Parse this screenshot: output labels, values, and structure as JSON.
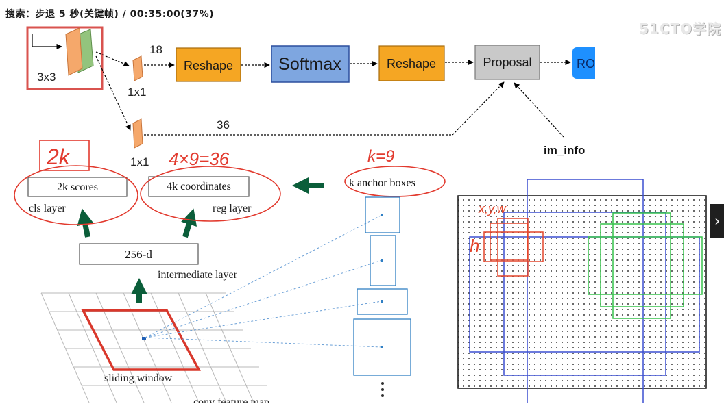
{
  "overlay": {
    "search_hint": "搜索：步退 5 秒(关键帧) / 00:35:00(37%)",
    "watermark": "51CTO学院"
  },
  "top_pipeline": {
    "conv_label": "3x3",
    "branch1_label": "1x1",
    "branch2_label": "1x1",
    "branch1_channels": "18",
    "branch2_channels": "36",
    "reshape1": "Reshape",
    "softmax": "Softmax",
    "reshape2": "Reshape",
    "proposal": "Proposal",
    "roi_partial": "RO",
    "im_info": "im_info",
    "colors": {
      "conv_frame": "#d9534f",
      "orange_map": "#f5a86b",
      "green_map": "#93c47d",
      "reshape_fill": "#f5a623",
      "softmax_fill": "#7ea6e0",
      "proposal_fill": "#c9c9c9",
      "roi_fill": "#1e90ff"
    }
  },
  "rpn_diagram": {
    "cls_box": "2k scores",
    "reg_box": "4k coordinates",
    "cls_layer": "cls layer",
    "reg_layer": "reg layer",
    "intermediate_box": "256-d",
    "intermediate_label": "intermediate layer",
    "anchor_label": "k anchor boxes",
    "sliding_window": "sliding window",
    "conv_feature_map": "conv feature map",
    "handwriting": {
      "cls_note": "2k",
      "reg_note": "4×9=36",
      "anchor_note": "k=9",
      "box_note": "x,y,w",
      "h_note": "h"
    },
    "colors": {
      "ink_red": "#e23a2e",
      "arrow_green": "#0b5e3a",
      "anchor_blue": "#2f7fc4"
    }
  },
  "anchor_panel": {
    "colors": {
      "blue": "#3b4fd0",
      "green": "#37c24b",
      "red": "#e3462c",
      "dots": "#3a3a3a"
    }
  }
}
